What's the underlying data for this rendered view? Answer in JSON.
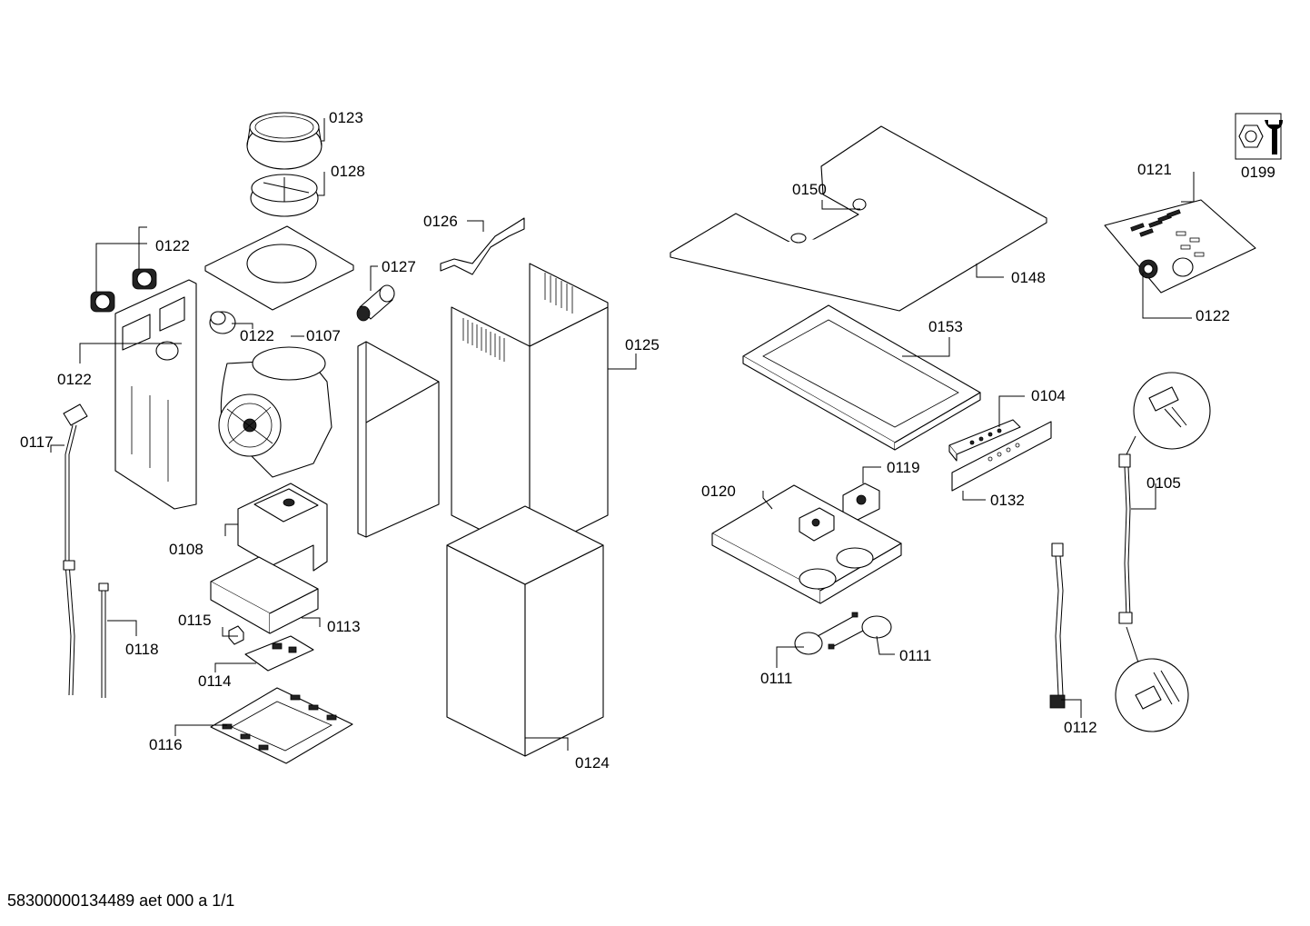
{
  "labels": {
    "l0123": "0123",
    "l0128": "0128",
    "l0122a": "0122",
    "l0122b": "0122",
    "l0122c": "0122",
    "l0122d": "0122",
    "l0107": "0107",
    "l0127": "0127",
    "l0126": "0126",
    "l0125": "0125",
    "l0117": "0117",
    "l0108": "0108",
    "l0115": "0115",
    "l0113": "0113",
    "l0118": "0118",
    "l0114": "0114",
    "l0116": "0116",
    "l0124": "0124",
    "l0150": "0150",
    "l0148": "0148",
    "l0153": "0153",
    "l0104": "0104",
    "l0119": "0119",
    "l0120": "0120",
    "l0132": "0132",
    "l0111a": "0111",
    "l0111b": "0111",
    "l0121": "0121",
    "l0199": "0199",
    "l0105": "0105",
    "l0112": "0112"
  },
  "footer": "58300000134489 aet 000 a 1/1",
  "icons": {
    "service": "wrench-nut-icon"
  }
}
